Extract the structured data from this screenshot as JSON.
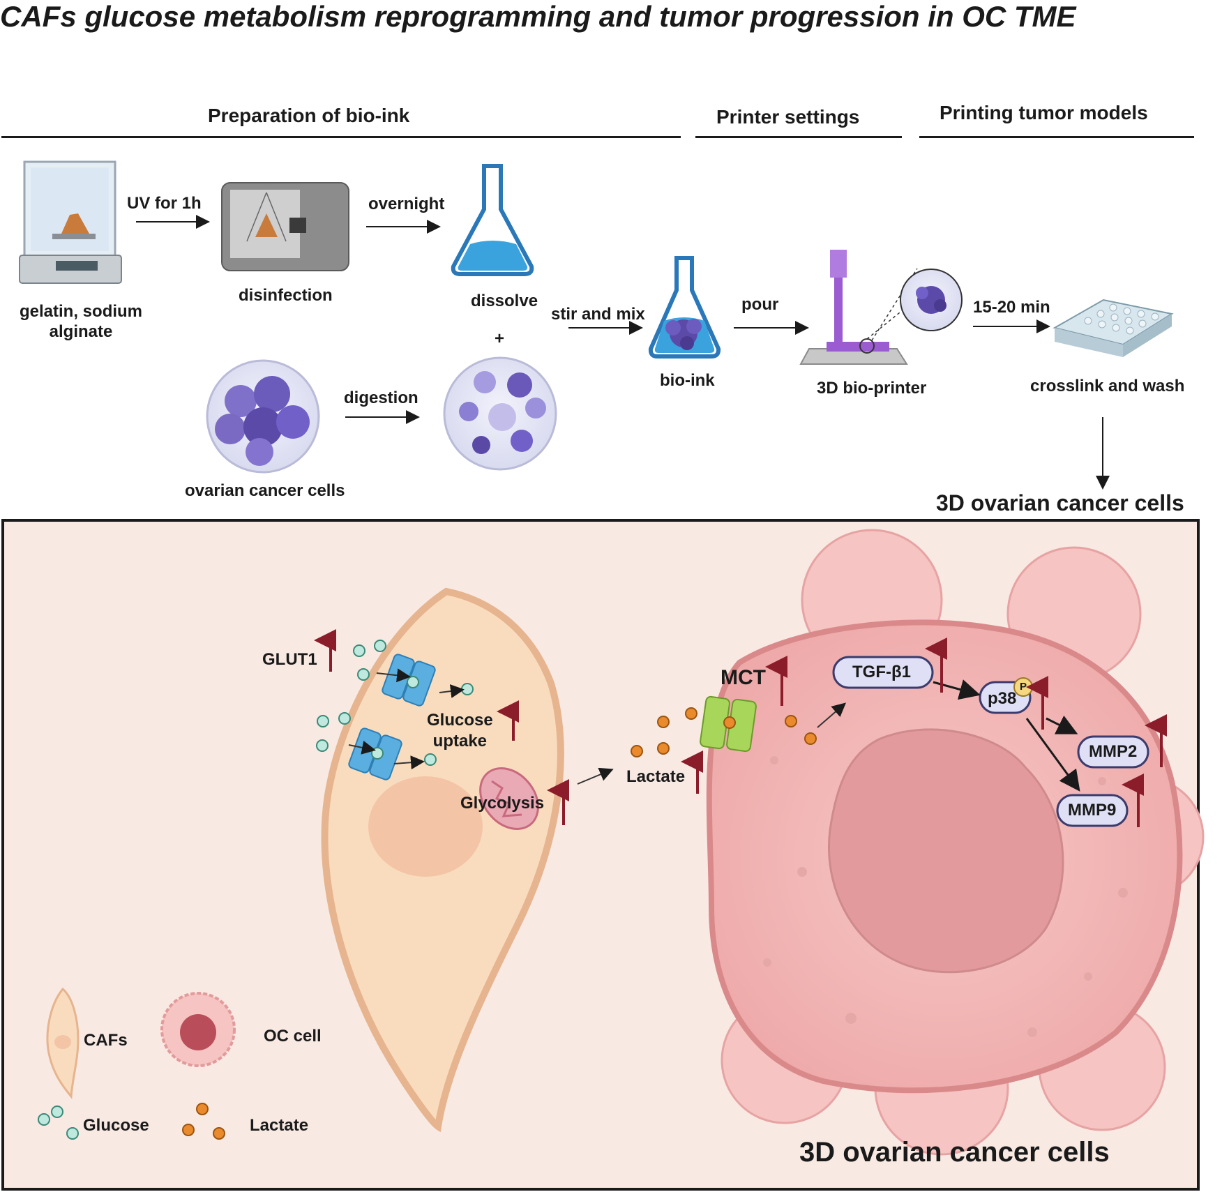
{
  "title": "CAFs glucose metabolism reprogramming and tumor progression in OC TME",
  "sections": {
    "preparation": "Preparation of bio-ink",
    "printer": "Printer settings",
    "printing": "Printing tumor models"
  },
  "workflow": {
    "balance_label": "gelatin, sodium\nalginate",
    "uv_arrow": "UV for 1h",
    "disinfection": "disinfection",
    "overnight_arrow": "overnight",
    "dissolve": "dissolve",
    "plus": "+",
    "stir_arrow": "stir and mix",
    "bioink": "bio-ink",
    "pour_arrow": "pour",
    "printer": "3D bio-printer",
    "time_arrow": "15-20 min",
    "crosslink": "crosslink and wash",
    "result": "3D ovarian cancer cells",
    "ovarian_cells": "ovarian cancer cells",
    "digestion_arrow": "digestion"
  },
  "mechanism": {
    "glut1": "GLUT1",
    "glucose_uptake": "Glucose\nuptake",
    "glycolysis": "Glycolysis",
    "lactate": "Lactate",
    "mct": "MCT",
    "tgfb1": "TGF-β1",
    "p38": "p38",
    "phospho": "P",
    "mmp2": "MMP2",
    "mmp9": "MMP9",
    "cancer_label": "3D ovarian cancer cells"
  },
  "legend": {
    "cafs": "CAFs",
    "oc_cell": "OC cell",
    "glucose": "Glucose",
    "lactate": "Lactate"
  },
  "colors": {
    "panel_bg": "#f8e9e2",
    "caf_fill": "#f9dcbe",
    "caf_edge": "#e6b48e",
    "tumor": "#f2b5b4",
    "tumor_edge": "#d9898a",
    "up_arrow": "#8b1c2a",
    "glucose": "#bfe9df",
    "lactate": "#e98a2c",
    "protein_fill": "#dfe0f6",
    "transporter_glut": "#5aaee0",
    "transporter_mct": "#a8d65a"
  }
}
